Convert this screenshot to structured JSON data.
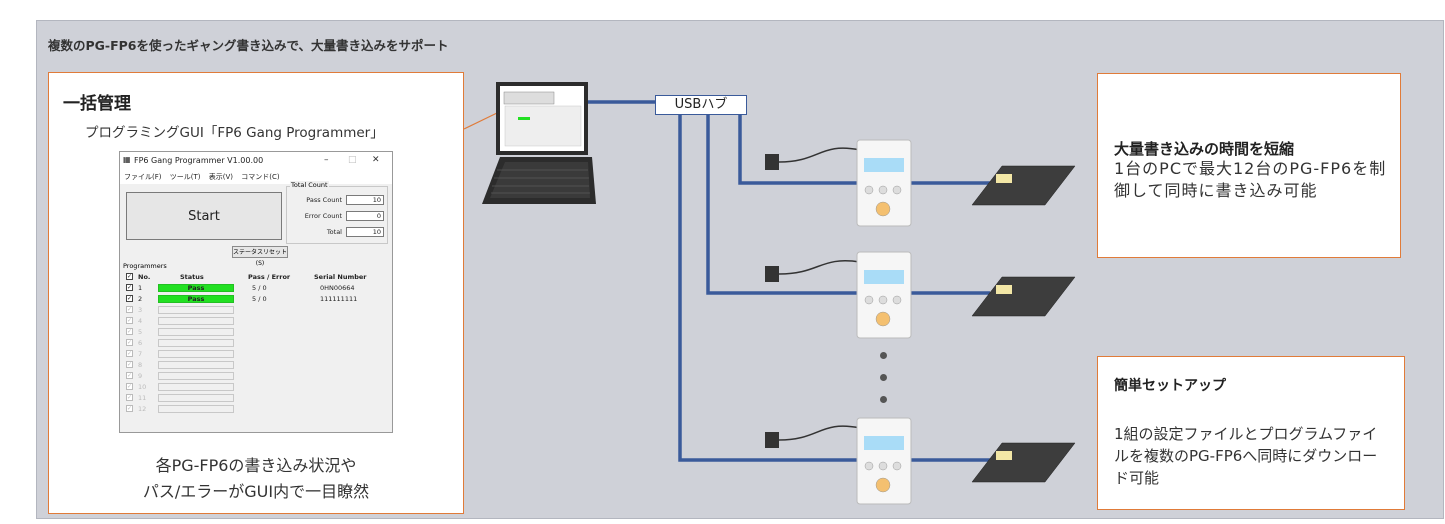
{
  "header": {
    "title": "複数のPG-FP6を使ったギャング書き込みで、大量書き込みをサポート"
  },
  "left_box": {
    "title": "一括管理",
    "subtitle": "プログラミングGUI「FP6 Gang Programmer」",
    "caption_line1": "各PG-FP6の書き込み状況や",
    "caption_line2": "パス/エラーがGUI内で一目瞭然"
  },
  "gui": {
    "window_title": "FP6 Gang Programmer V1.00.00",
    "window_controls": [
      "–",
      "□",
      "✕"
    ],
    "menu": [
      "ファイル(F)",
      "ツール(T)",
      "表示(V)",
      "コマンド(C)"
    ],
    "start_label": "Start",
    "total_count": {
      "label": "Total Count",
      "rows": [
        {
          "label": "Pass Count",
          "value": "10"
        },
        {
          "label": "Error Count",
          "value": "0"
        },
        {
          "label": "Total",
          "value": "10"
        }
      ]
    },
    "reset_label": "ステータスリセット(S)",
    "programmers_label": "Programmers",
    "columns": [
      "No.",
      "Status",
      "Pass / Error",
      "Serial Number"
    ],
    "rows": [
      {
        "no": "1",
        "status": "Pass",
        "pass_error": "5 /   0",
        "serial": "0HN00664",
        "enabled": true
      },
      {
        "no": "2",
        "status": "Pass",
        "pass_error": "5 /   0",
        "serial": "111111111",
        "enabled": true
      },
      {
        "no": "3",
        "status": "",
        "pass_error": "",
        "serial": "",
        "enabled": false
      },
      {
        "no": "4",
        "status": "",
        "pass_error": "",
        "serial": "",
        "enabled": false
      },
      {
        "no": "5",
        "status": "",
        "pass_error": "",
        "serial": "",
        "enabled": false
      },
      {
        "no": "6",
        "status": "",
        "pass_error": "",
        "serial": "",
        "enabled": false
      },
      {
        "no": "7",
        "status": "",
        "pass_error": "",
        "serial": "",
        "enabled": false
      },
      {
        "no": "8",
        "status": "",
        "pass_error": "",
        "serial": "",
        "enabled": false
      },
      {
        "no": "9",
        "status": "",
        "pass_error": "",
        "serial": "",
        "enabled": false
      },
      {
        "no": "10",
        "status": "",
        "pass_error": "",
        "serial": "",
        "enabled": false
      },
      {
        "no": "11",
        "status": "",
        "pass_error": "",
        "serial": "",
        "enabled": false
      },
      {
        "no": "12",
        "status": "",
        "pass_error": "",
        "serial": "",
        "enabled": false
      }
    ]
  },
  "hub": {
    "label": "USBハブ"
  },
  "right_box1": {
    "title": "大量書き込みの時間を短縮",
    "body": "1台のPCで最大12台のPG-FP6を制御して同時に書き込み可能"
  },
  "right_box2": {
    "title": "簡単セットアップ",
    "body": "1組の設定ファイルとプログラムファイルを複数のPG-FP6へ同時にダウンロード可能"
  },
  "colors": {
    "accent": "#e07b39",
    "usb_line": "#3a5a9a",
    "panel_bg": "#cfd1d8",
    "pass_green": "#22e022"
  }
}
